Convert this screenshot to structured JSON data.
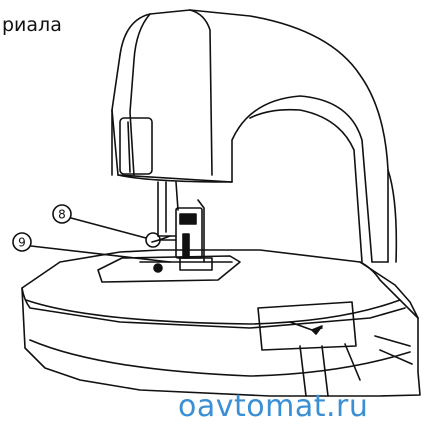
{
  "page": {
    "text_fragment": "риала",
    "watermark": "oavtomat.ru"
  },
  "callouts": [
    {
      "label": "8"
    },
    {
      "label": "9"
    }
  ],
  "colors": {
    "line": "#111111",
    "watermark": "#3b8fd4"
  }
}
